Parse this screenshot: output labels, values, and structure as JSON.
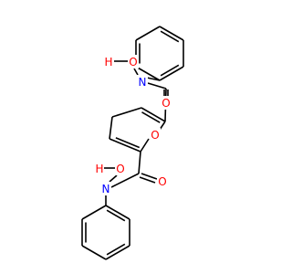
{
  "molecule": {
    "atoms": [
      {
        "id": "O_ring",
        "text": "O",
        "color": "#ff0000"
      },
      {
        "id": "O_carbonyl_top",
        "text": "O",
        "color": "#ff0000"
      },
      {
        "id": "O_carbonyl_bottom",
        "text": "O",
        "color": "#ff0000"
      },
      {
        "id": "N_top",
        "text": "N",
        "color": "#0000ff"
      },
      {
        "id": "N_bottom",
        "text": "N",
        "color": "#0000ff"
      },
      {
        "id": "O_hydroxyl_top",
        "text": "O",
        "color": "#ff0000"
      },
      {
        "id": "H_hydroxyl_top",
        "text": "H",
        "color": "#ff0000"
      },
      {
        "id": "O_hydroxyl_bottom",
        "text": "O",
        "color": "#ff0000"
      },
      {
        "id": "H_hydroxyl_bottom",
        "text": "H",
        "color": "#ff0000"
      }
    ],
    "bond_color": "#000000"
  }
}
